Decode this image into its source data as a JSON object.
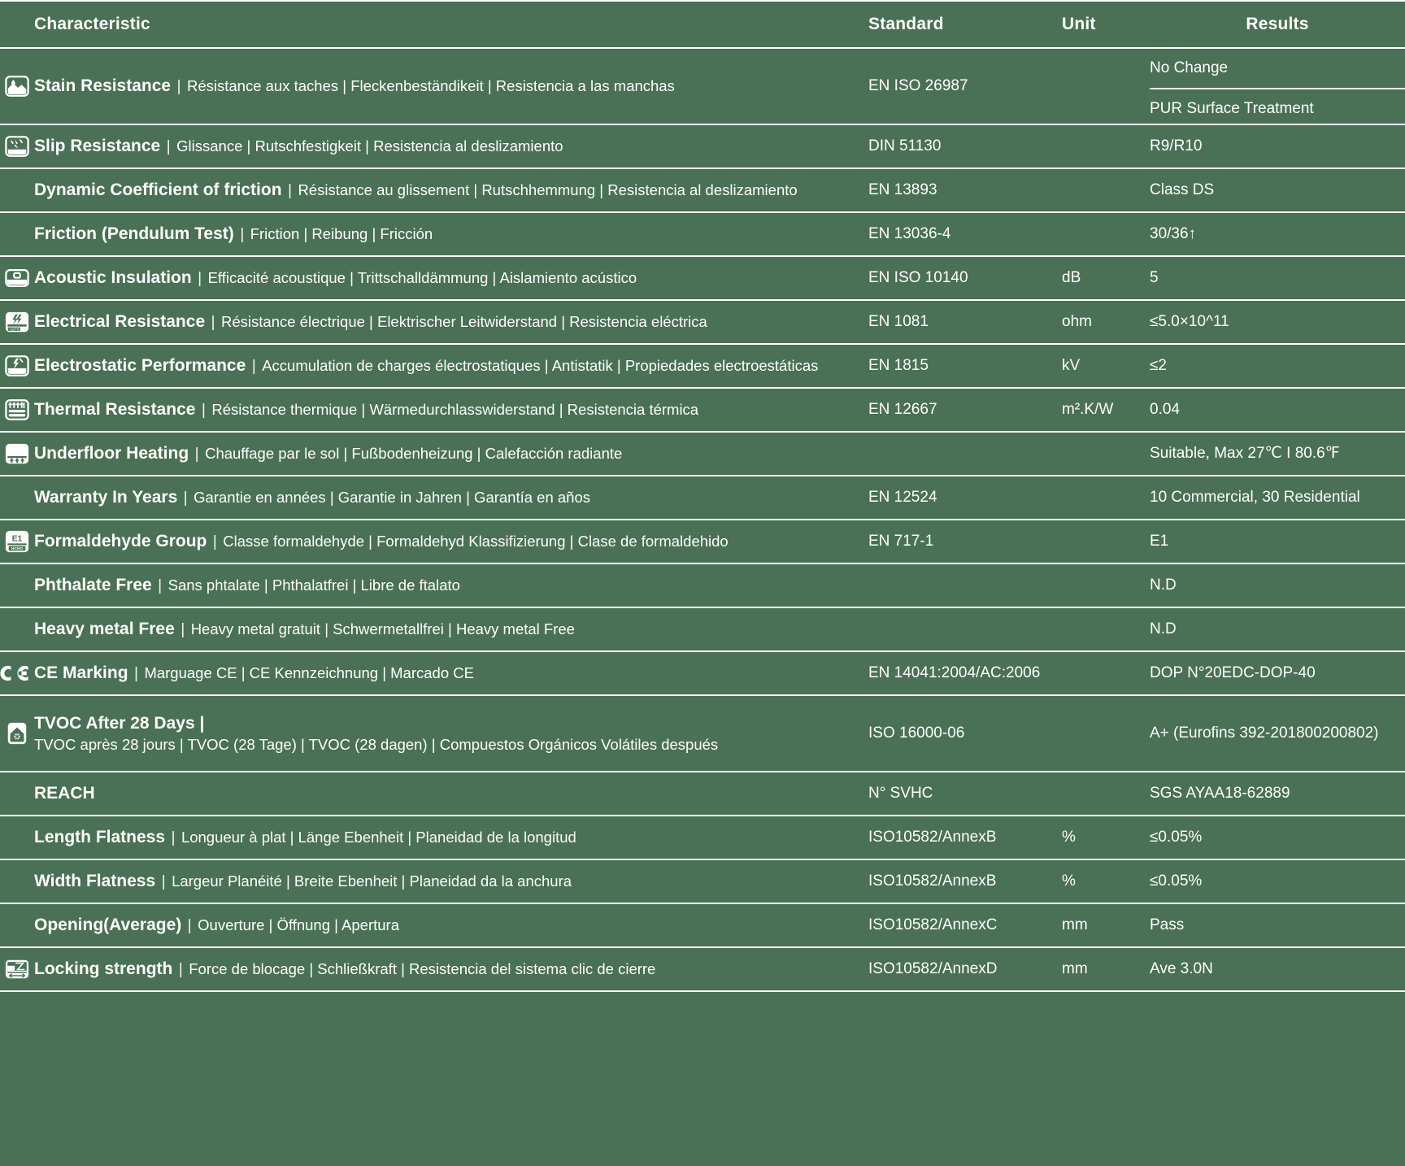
{
  "table": {
    "headers": {
      "characteristic": "Characteristic",
      "standard": "Standard",
      "unit": "Unit",
      "results": "Results"
    },
    "rows": [
      {
        "icon": "stain-resistance-icon",
        "name_en": "Stain Resistance",
        "name_alt": "Résistance aux taches | Fleckenbeständikeit | Resistencia a las manchas",
        "standard": "EN ISO 26987",
        "unit": "",
        "results": [
          "No Change",
          "PUR Surface Treatment"
        ]
      },
      {
        "icon": "slip-resistance-icon",
        "name_en": "Slip Resistance",
        "name_alt": "Glissance | Rutschfestigkeit | Resistencia al deslizamiento",
        "standard": "DIN 51130",
        "unit": "",
        "results": [
          "R9/R10"
        ]
      },
      {
        "icon": "",
        "name_en": "Dynamic Coefficient of friction",
        "name_alt": "Résistance au glissement | Rutschhemmung | Resistencia al deslizamiento",
        "standard": "EN 13893",
        "unit": "",
        "results": [
          "Class DS"
        ]
      },
      {
        "icon": "",
        "name_en": "Friction (Pendulum Test)",
        "name_alt": "Friction | Reibung | Fricción",
        "standard": "EN 13036-4",
        "unit": "",
        "results": [
          "30/36↑"
        ]
      },
      {
        "icon": "acoustic-insulation-icon",
        "name_en": "Acoustic Insulation",
        "name_alt": "Efficacité acoustique | Trittschalldämmung | Aislamiento acústico",
        "standard": "EN ISO 10140",
        "unit": "dB",
        "results": [
          "5"
        ]
      },
      {
        "icon": "electrical-resistance-icon",
        "name_en": "Electrical Resistance",
        "name_alt": "Résistance électrique | Elektrischer Leitwiderstand | Resistencia eléctrica",
        "standard": "EN 1081",
        "unit": "ohm",
        "results": [
          "≤5.0×10^11"
        ]
      },
      {
        "icon": "electrostatic-performance-icon",
        "name_en": "Electrostatic Performance",
        "name_alt": "Accumulation de charges électrostatiques | Antistatik | Propiedades electroestáticas",
        "standard": "EN 1815",
        "unit": "kV",
        "results": [
          "≤2"
        ]
      },
      {
        "icon": "thermal-resistance-icon",
        "name_en": "Thermal Resistance",
        "name_alt": "Résistance thermique | Wärmedurchlasswiderstand | Resistencia térmica",
        "standard": "EN 12667",
        "unit": "m².K/W",
        "results": [
          "0.04"
        ]
      },
      {
        "icon": "underfloor-heating-icon",
        "name_en": "Underfloor Heating",
        "name_alt": "Chauffage par le sol | Fußbodenheizung | Calefacción radiante",
        "standard": "",
        "unit": "",
        "results": [
          "Suitable, Max 27℃ I 80.6℉"
        ]
      },
      {
        "icon": "",
        "name_en": "Warranty In Years",
        "name_alt": "Garantie en années | Garantie in Jahren | Garantía en años",
        "standard": "EN 12524",
        "unit": "",
        "results": [
          "10 Commercial, 30 Residential"
        ]
      },
      {
        "icon": "formaldehyde-e1-icon",
        "name_en": "Formaldehyde Group",
        "name_alt": "Classe formaldehyde | Formaldehyd Klassifizierung | Clase de formaldehido",
        "standard": "EN 717-1",
        "unit": "",
        "results": [
          "E1"
        ]
      },
      {
        "icon": "",
        "name_en": "Phthalate Free",
        "name_alt": "Sans phtalate | Phthalatfrei | Libre de ftalato",
        "standard": "",
        "unit": "",
        "results": [
          "N.D"
        ]
      },
      {
        "icon": "",
        "name_en": "Heavy metal Free",
        "name_alt": "Heavy metal gratuit | Schwermetallfrei | Heavy metal Free",
        "standard": "",
        "unit": "",
        "results": [
          "N.D"
        ]
      },
      {
        "icon": "ce-marking-icon",
        "name_en": "CE Marking",
        "name_alt": "Marguage CE | CE Kennzeichnung | Marcado CE",
        "standard": "EN 14041:2004/AC:2006",
        "unit": "",
        "results": [
          "DOP N°20EDC-DOP-40"
        ]
      },
      {
        "icon": "tvoc-icon",
        "name_en": "TVOC After 28 Days |",
        "name_alt": "TVOC après 28 jours | TVOC (28 Tage) | TVOC (28 dagen) | Compuestos Orgánicos Volátiles después",
        "standard": "ISO 16000-06",
        "unit": "",
        "results": [
          "A+ (Eurofins 392-201800200802)"
        ]
      },
      {
        "icon": "",
        "name_en": "REACH",
        "name_alt": "",
        "standard": "N° SVHC",
        "unit": "",
        "results": [
          "SGS AYAA18-62889"
        ]
      },
      {
        "icon": "",
        "name_en": "Length Flatness",
        "name_alt": "Longueur à plat | Länge Ebenheit | Planeidad de la longitud",
        "standard": "ISO10582/AnnexB",
        "unit": "%",
        "results": [
          "≤0.05%"
        ]
      },
      {
        "icon": "",
        "name_en": "Width Flatness",
        "name_alt": "Largeur Planéité | Breite Ebenheit | Planeidad da la anchura",
        "standard": "ISO10582/AnnexB",
        "unit": "%",
        "results": [
          "≤0.05%"
        ]
      },
      {
        "icon": "",
        "name_en": "Opening(Average)",
        "name_alt": "Ouverture | Öffnung | Apertura",
        "standard": "ISO10582/AnnexC",
        "unit": "mm",
        "results": [
          "Pass"
        ]
      },
      {
        "icon": "locking-strength-icon",
        "name_en": "Locking strength",
        "name_alt": "Force de blocage | Schließkraft | Resistencia del sistema clic de cierre",
        "standard": "ISO10582/AnnexD",
        "unit": "mm",
        "results": [
          "Ave 3.0N"
        ]
      }
    ]
  },
  "colors": {
    "background": "#4a7055",
    "text": "#ffffff",
    "rule": "#ffffff"
  }
}
